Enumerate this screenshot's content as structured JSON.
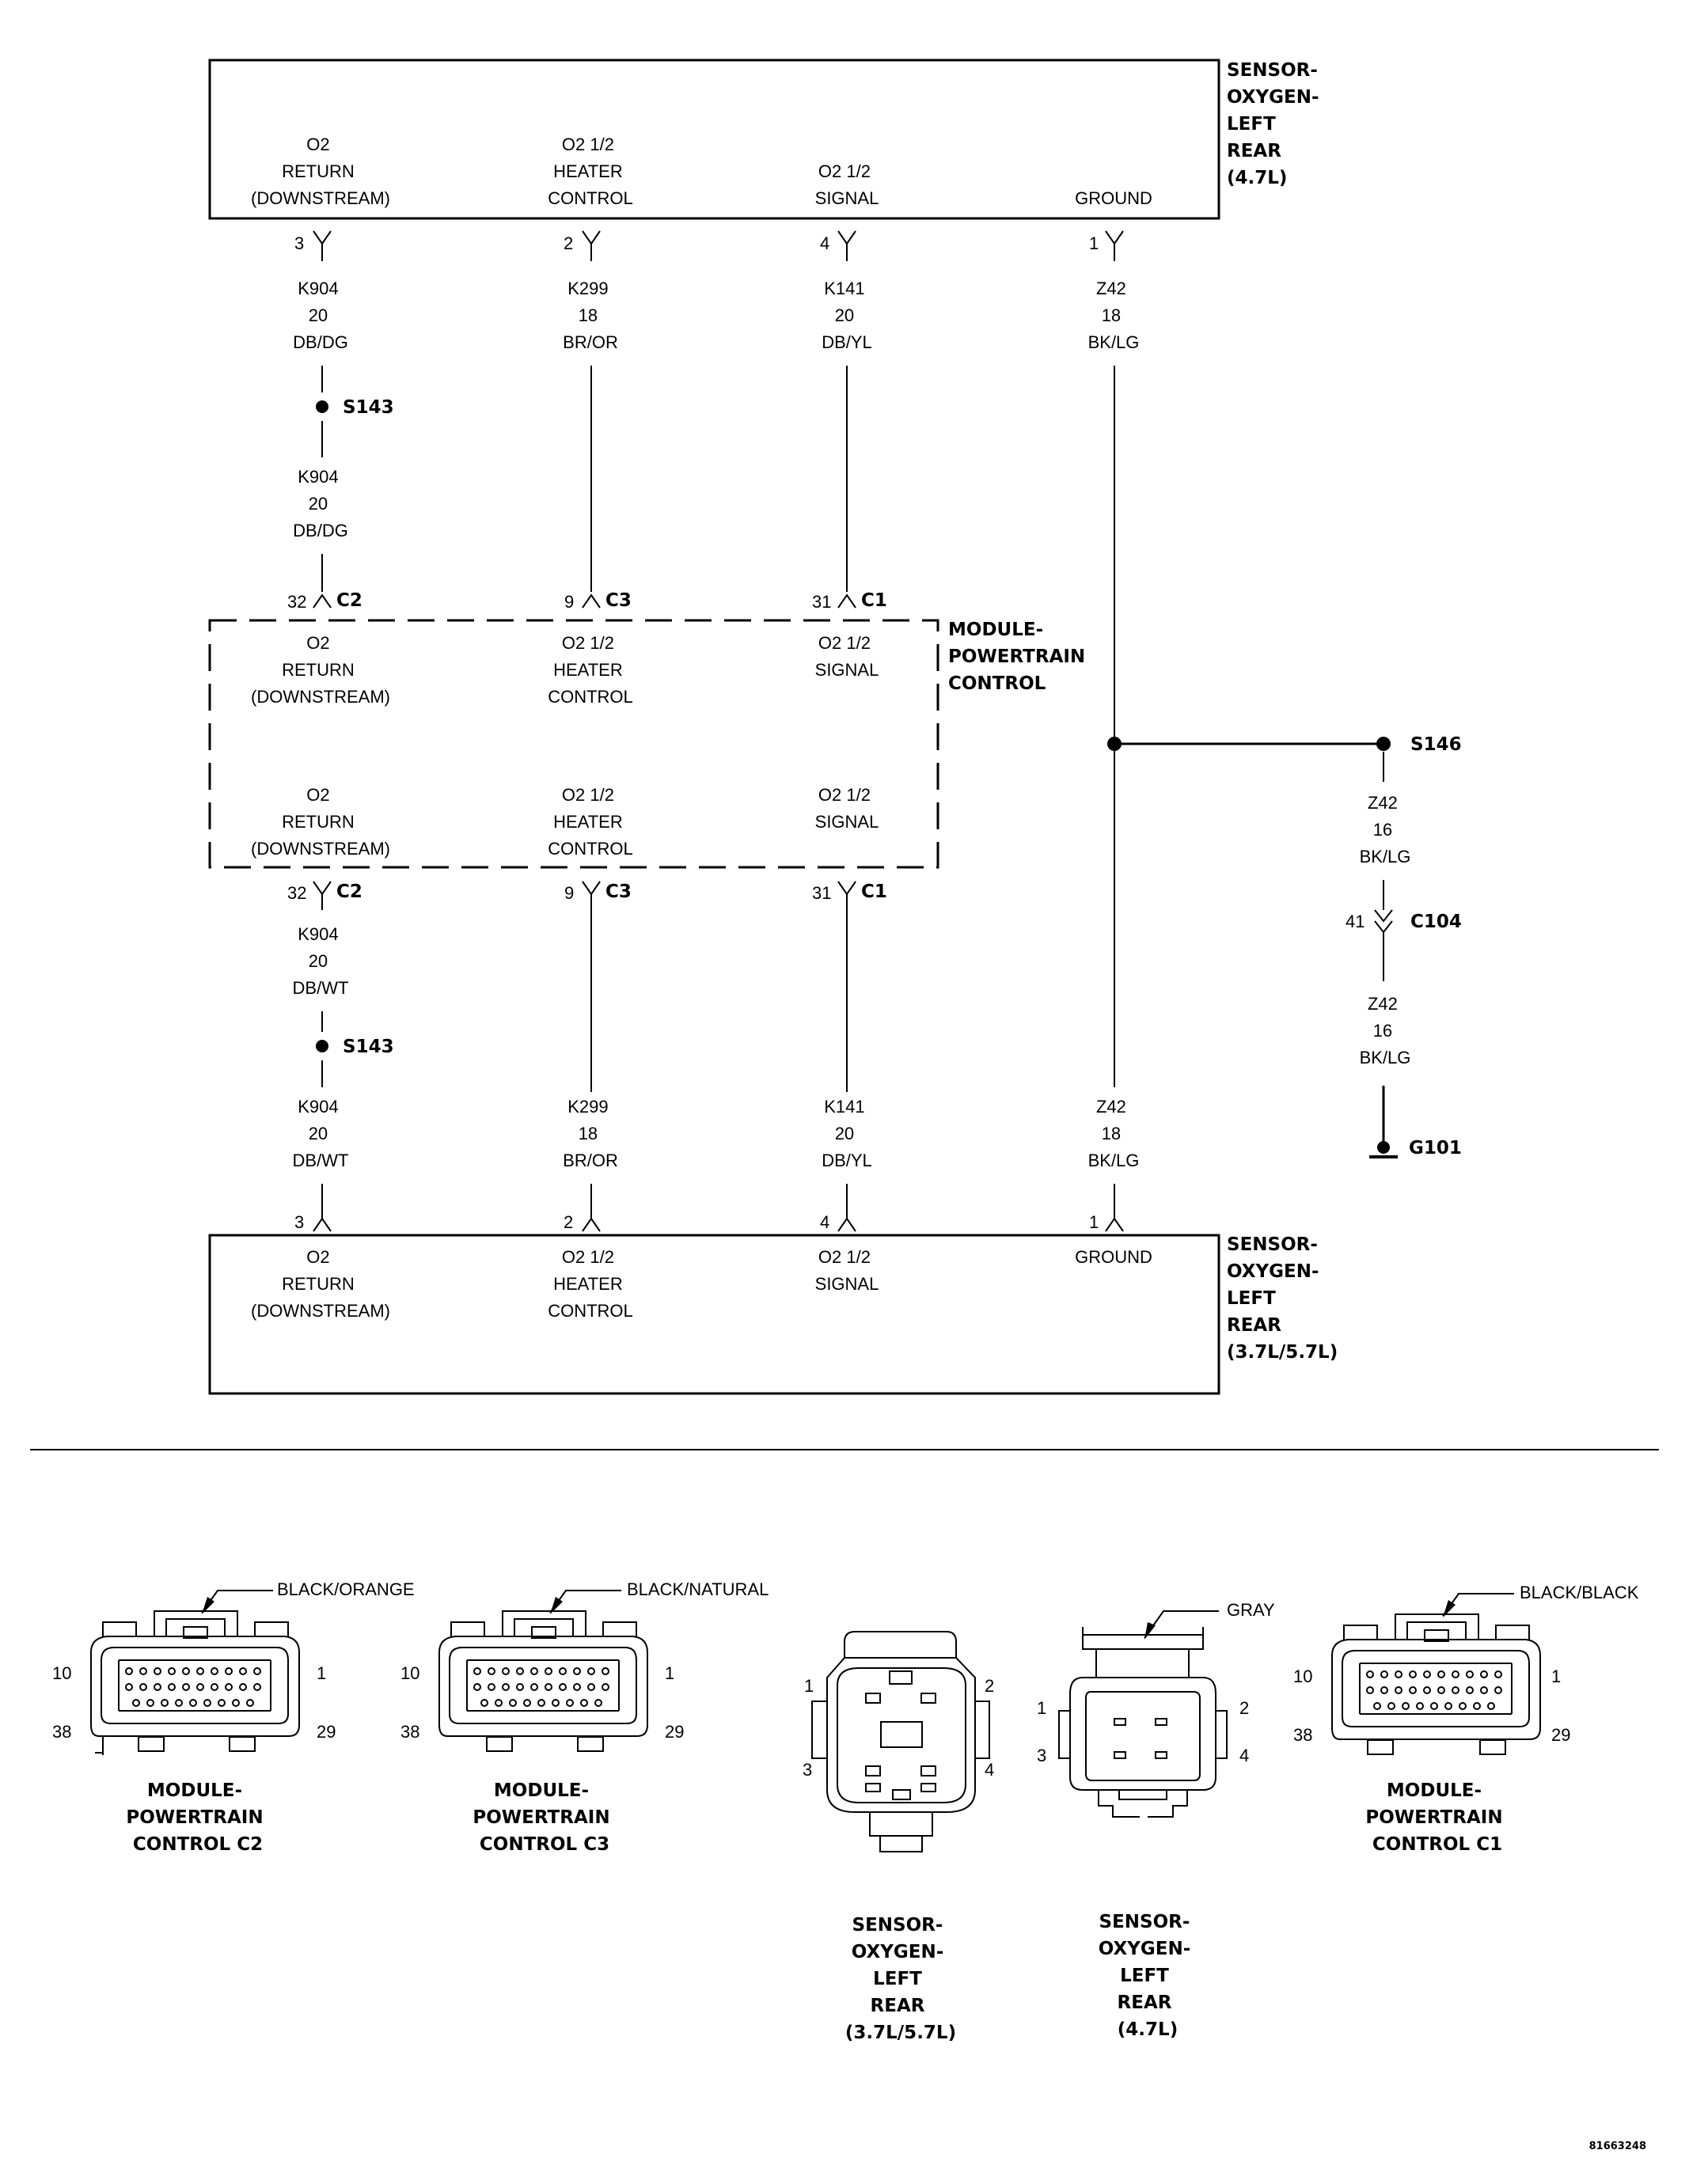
{
  "components": {
    "top_sensor": {
      "title": [
        "SENSOR-",
        "OXYGEN-",
        "LEFT",
        "REAR",
        "(4.7L)"
      ]
    },
    "pcm": {
      "title": [
        "MODULE-",
        "POWERTRAIN",
        "CONTROL"
      ]
    },
    "bottom_sensor": {
      "title": [
        "SENSOR-",
        "OXYGEN-",
        "LEFT",
        "REAR",
        "(3.7L/5.7L)"
      ]
    }
  },
  "pins": {
    "return": [
      "O2",
      "RETURN",
      "(DOWNSTREAM)"
    ],
    "heater": [
      "O2 1/2",
      "HEATER",
      "CONTROL"
    ],
    "signal": [
      "O2 1/2",
      "SIGNAL"
    ],
    "ground": [
      "GROUND"
    ]
  },
  "pin_numbers": {
    "sensor": {
      "return": "3",
      "heater": "2",
      "signal": "4",
      "ground": "1"
    },
    "pcm": {
      "return": "32",
      "heater": "9",
      "signal": "31"
    }
  },
  "connectors": {
    "c1": "C1",
    "c2": "C2",
    "c3": "C3",
    "c104": "C104",
    "c104_pin": "41"
  },
  "splices": {
    "s143": "S143",
    "s146": "S146",
    "ground": "G101"
  },
  "wires": {
    "k904_dbdg": [
      "K904",
      "20",
      "DB/DG"
    ],
    "k904_dbwt": [
      "K904",
      "20",
      "DB/WT"
    ],
    "k299": [
      "K299",
      "18",
      "BR/OR"
    ],
    "k141": [
      "K141",
      "20",
      "DB/YL"
    ],
    "z42_18": [
      "Z42",
      "18",
      "BK/LG"
    ],
    "z42_16": [
      "Z42",
      "16",
      "BK/LG"
    ]
  },
  "connector_views": {
    "c2": {
      "color": "BLACK/ORANGE",
      "pins": [
        "10",
        "1",
        "38",
        "29"
      ],
      "caption": [
        "MODULE-",
        "POWERTRAIN",
        "CONTROL C2"
      ]
    },
    "c3": {
      "color": "BLACK/NATURAL",
      "pins": [
        "10",
        "1",
        "38",
        "29"
      ],
      "caption": [
        "MODULE-",
        "POWERTRAIN",
        "CONTROL C3"
      ]
    },
    "sensor_37": {
      "pins": [
        "1",
        "2",
        "3",
        "4"
      ],
      "caption": [
        "SENSOR-",
        "OXYGEN-",
        "LEFT",
        "REAR",
        "(3.7L/5.7L)"
      ]
    },
    "sensor_47": {
      "color": "GRAY",
      "pins": [
        "1",
        "2",
        "3",
        "4"
      ],
      "caption": [
        "SENSOR-",
        "OXYGEN-",
        "LEFT",
        "REAR",
        "(4.7L)"
      ]
    },
    "c1": {
      "color": "BLACK/BLACK",
      "pins": [
        "10",
        "1",
        "38",
        "29"
      ],
      "caption": [
        "MODULE-",
        "POWERTRAIN",
        "CONTROL C1"
      ]
    }
  },
  "figure_id": "81663248"
}
